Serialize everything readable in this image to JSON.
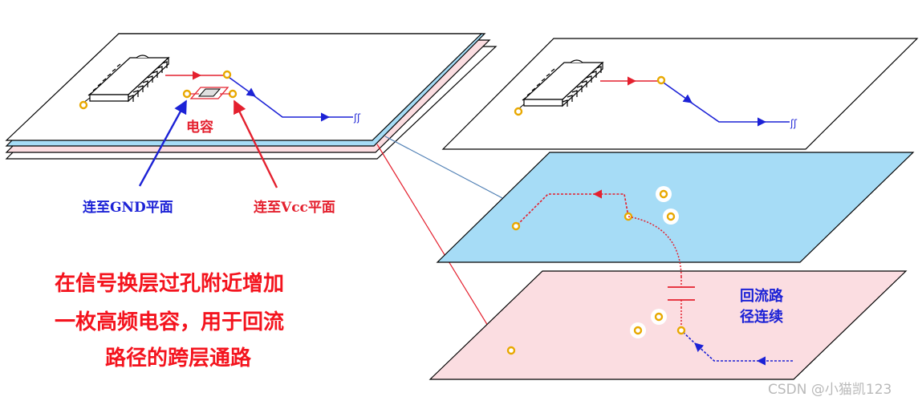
{
  "labels": {
    "capacitor": "电容",
    "to_gnd": "连至GND平面",
    "to_vcc": "连至Vcc平面",
    "return_path_line1": "回流路",
    "return_path_line2": "径连续",
    "caption_line1": "在信号换层过孔附近增加",
    "caption_line2": "一枚高频电容，用于回流",
    "caption_line3": "路径的跨层通路",
    "watermark": "CSDN @小猫凯123",
    "trace_end_mark": "ʃʃ"
  },
  "colors": {
    "signal_layer": "#ffffff",
    "gnd_plane": "#a6dcf6",
    "vcc_plane": "#fbdde1",
    "trace_blue": "#1c22d6",
    "trace_red": "#e4202e",
    "via_gold": "#e8a800",
    "outline": "#000000"
  },
  "icons": [
    "ic-chip-icon",
    "capacitor-icon",
    "via-icon",
    "capacitor-symbol-icon",
    "arrow-icon"
  ]
}
